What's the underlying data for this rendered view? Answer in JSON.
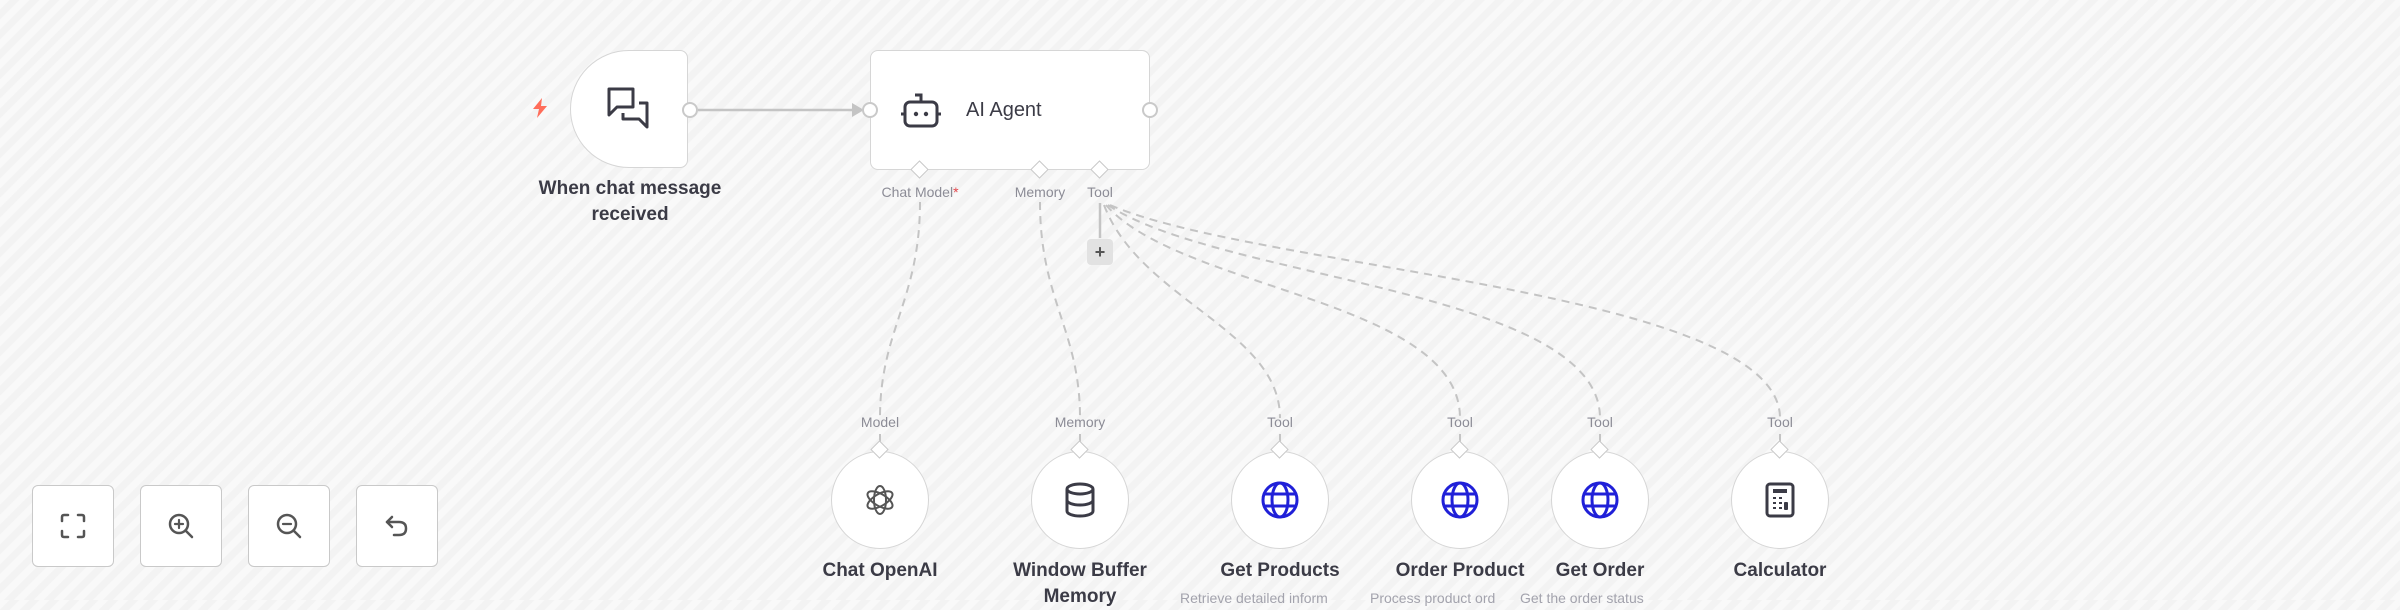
{
  "canvas": {
    "background": "#f6f6f6"
  },
  "trigger": {
    "name": "When chat message received",
    "line1": "When chat message",
    "line2": "received",
    "icon": "chat-bubbles-icon",
    "badge_icon": "lightning-bolt-icon",
    "badge_color": "#ff6d5a"
  },
  "agent": {
    "name": "AI Agent",
    "icon": "robot-icon",
    "ports": {
      "chat_model": "Chat Model",
      "chat_model_required": "*",
      "memory": "Memory",
      "tool": "Tool"
    },
    "add_tool_label": "+"
  },
  "sub_nodes": [
    {
      "port_label": "Model",
      "name": "Chat OpenAI",
      "name_line2": "",
      "description": "",
      "icon": "openai-icon"
    },
    {
      "port_label": "Memory",
      "name": "Window Buffer",
      "name_line2": "Memory",
      "description": "",
      "icon": "database-icon"
    },
    {
      "port_label": "Tool",
      "name": "Get Products",
      "name_line2": "",
      "description": "Retrieve detailed inform",
      "icon": "globe-icon"
    },
    {
      "port_label": "Tool",
      "name": "Order Product",
      "name_line2": "",
      "description": "Process product ord",
      "icon": "globe-icon"
    },
    {
      "port_label": "Tool",
      "name": "Get Order",
      "name_line2": "",
      "description": "Get the order status",
      "icon": "globe-icon"
    },
    {
      "port_label": "Tool",
      "name": "Calculator",
      "name_line2": "",
      "description": "",
      "icon": "calculator-icon"
    }
  ],
  "controls": [
    {
      "label": "Fit view",
      "icon": "fit-view-icon"
    },
    {
      "label": "Zoom in",
      "icon": "zoom-in-icon"
    },
    {
      "label": "Zoom out",
      "icon": "zoom-out-icon"
    },
    {
      "label": "Reset / Undo",
      "icon": "undo-icon"
    }
  ],
  "colors": {
    "node_border": "#d6d6d6",
    "edge": "#c4c4c4",
    "text": "#3b3b46",
    "port_text": "#8c8c96",
    "globe": "#2020d8",
    "required": "#e5484d"
  }
}
